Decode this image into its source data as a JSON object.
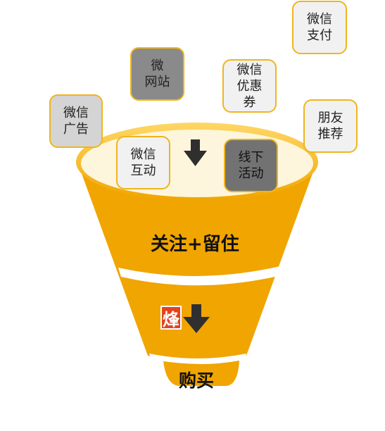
{
  "colors": {
    "funnel": "#f0a500",
    "funnel_band": "#ffffff",
    "box_border": "#f0b51c",
    "arrow": "#2f2f2f",
    "stamp": "#e2431f"
  },
  "boxes": {
    "wechat_ad": {
      "line1": "微信",
      "line2": "广告"
    },
    "micro_site": {
      "line1": "微",
      "line2": "网站"
    },
    "coupon": {
      "line1": "微信",
      "line2": "优惠",
      "line3": "券"
    },
    "wechat_pay": {
      "line1": "微信",
      "line2": "支付"
    },
    "friend_rec": {
      "line1": "朋友",
      "line2": "推荐"
    },
    "interaction": {
      "line1": "微信",
      "line2": "互动"
    },
    "offline": {
      "line1": "线下",
      "line2": "活动"
    }
  },
  "funnel": {
    "stage1_label": "关注+留住",
    "stamp_char": "烽",
    "stage2_label": "购买"
  }
}
